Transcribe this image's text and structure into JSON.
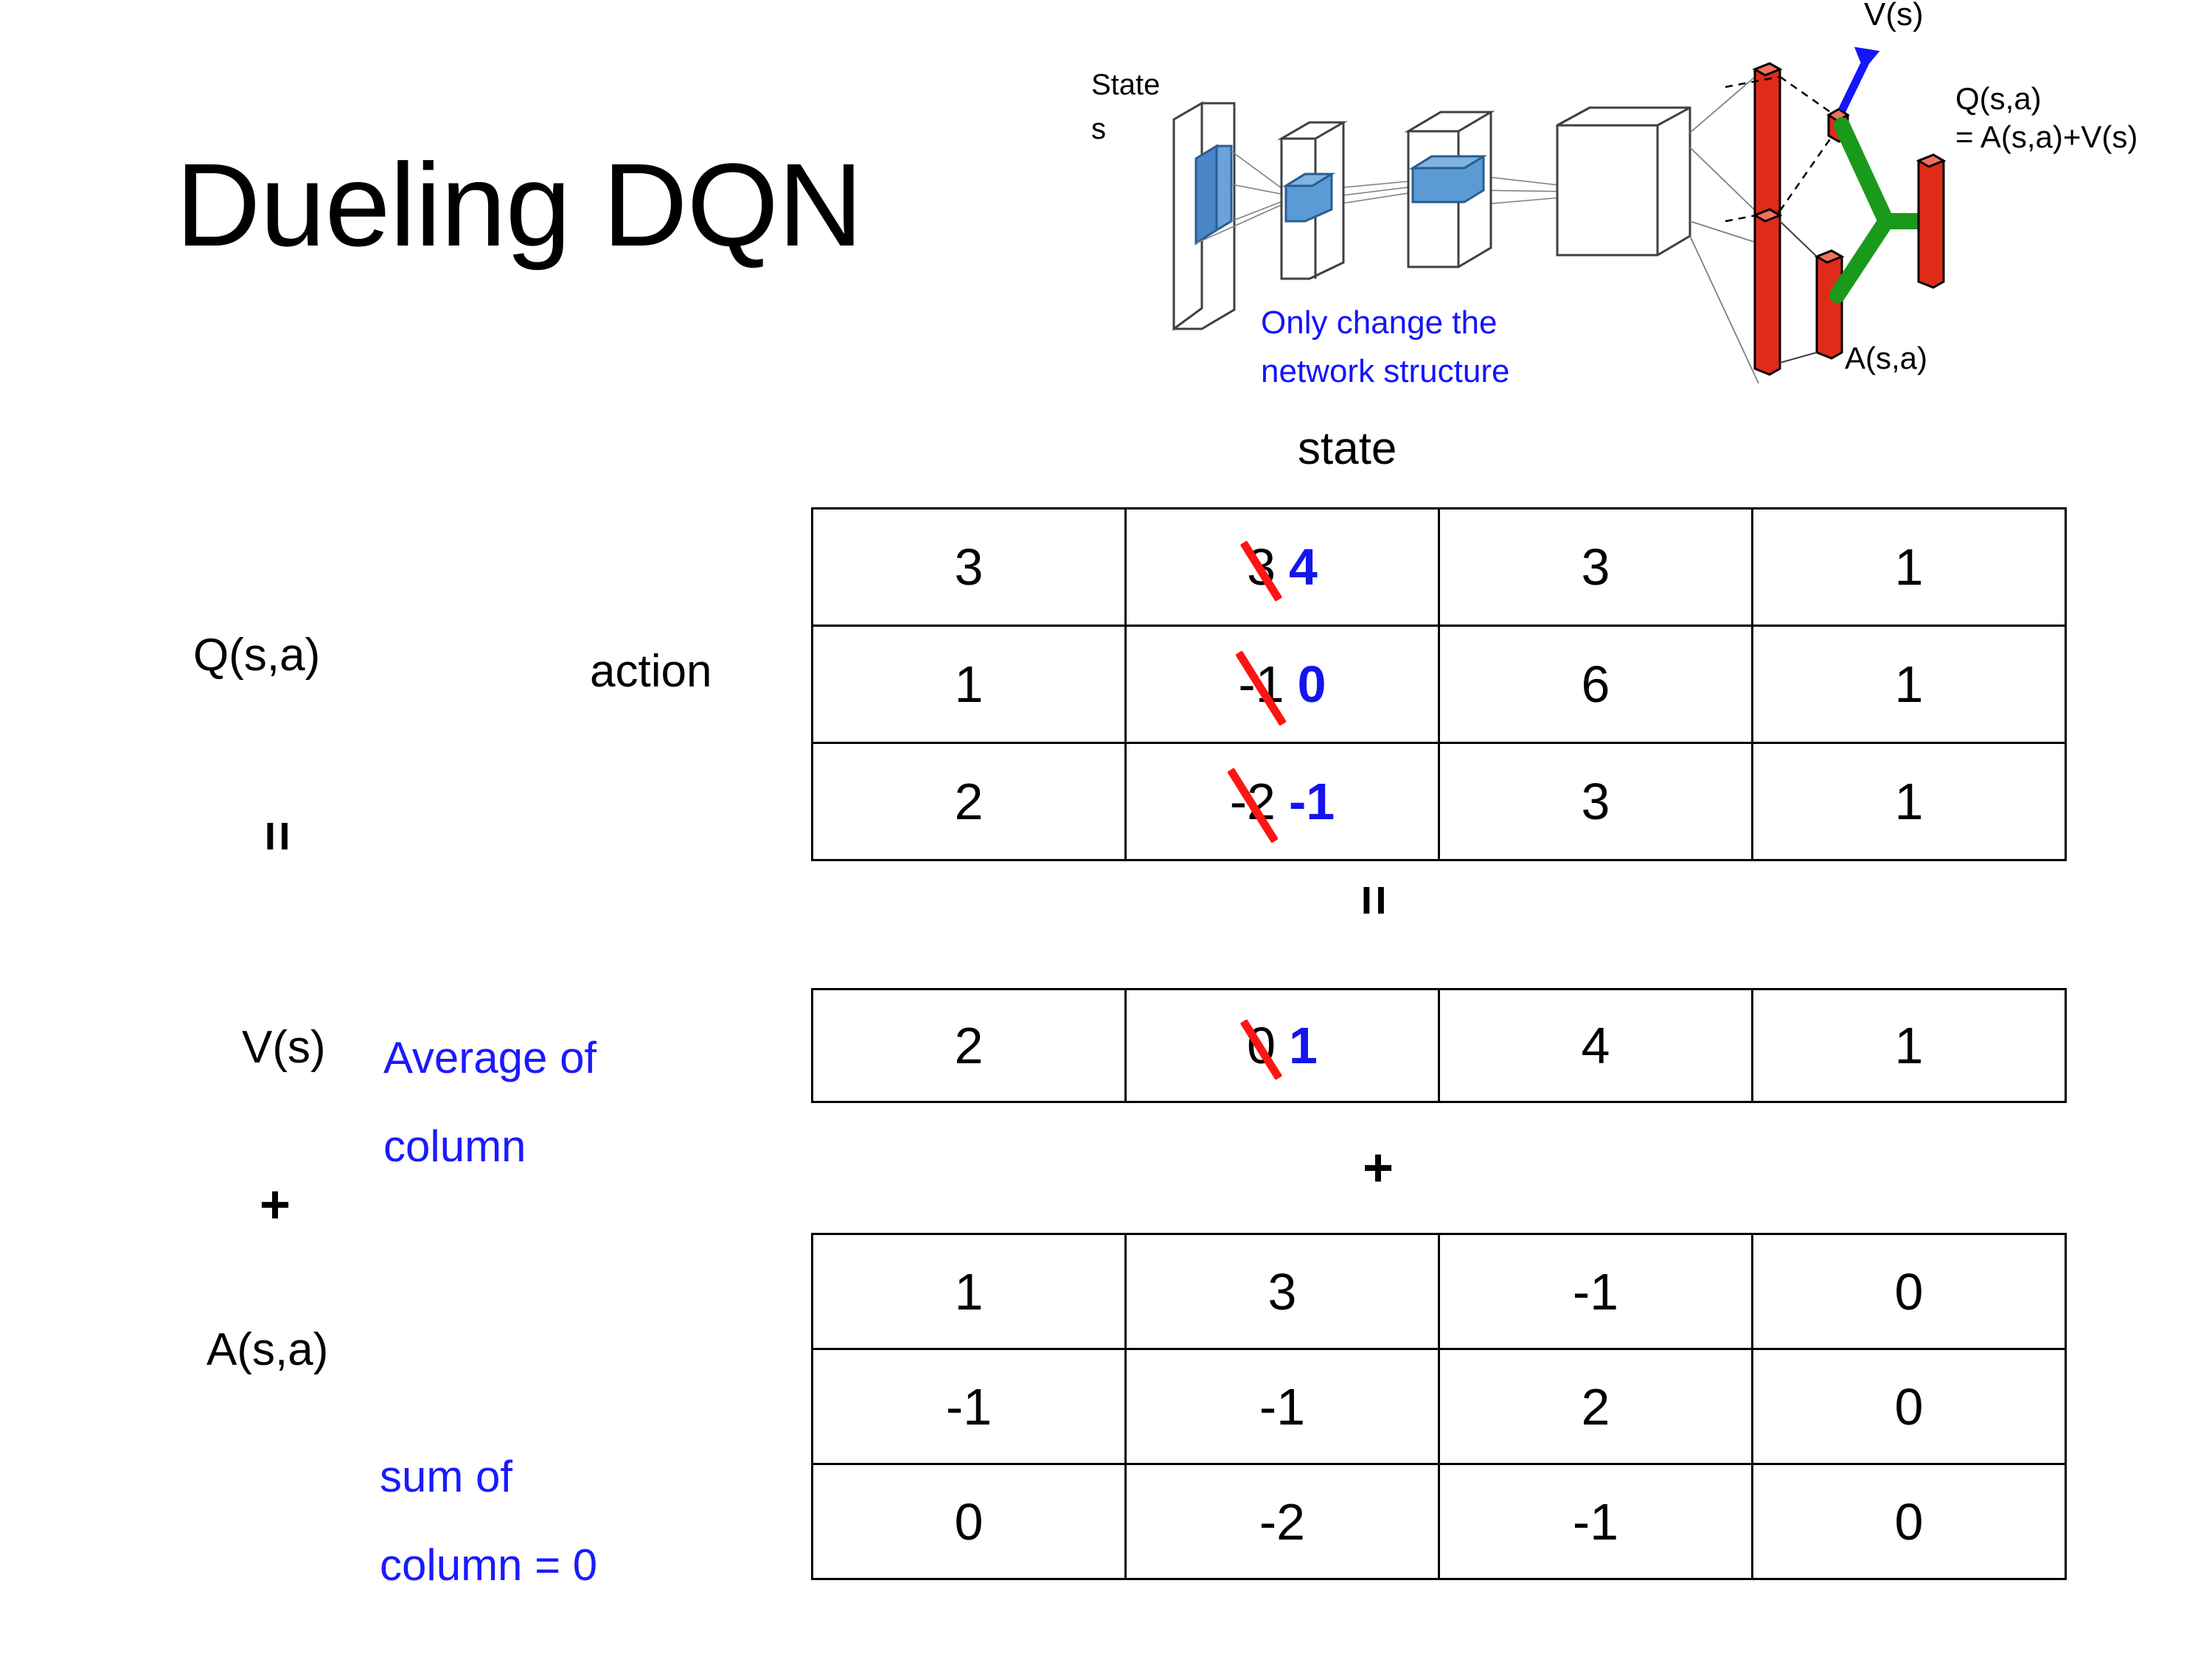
{
  "slide": {
    "title": "Dueling DQN",
    "background_color": "#ffffff"
  },
  "diagram": {
    "name": "dueling-network-architecture",
    "input_label_line1": "State",
    "input_label_line2": "s",
    "note_line1": "Only change the",
    "note_line2": "network structure",
    "note_color": "#1414ff",
    "value_stream_label": "V(s)",
    "advantage_stream_label": "A(s,a)",
    "output_label_line1": "Q(s,a)",
    "output_label_line2": "= A(s,a)+V(s)",
    "arrow_color": "#1414ff",
    "merge_color": "#1a9a1a",
    "layer_color": "#e02b1a",
    "feature_color": "#5b9bd5"
  },
  "labels": {
    "q_label": "Q(s,a)",
    "v_label": "V(s)",
    "a_label": "A(s,a)",
    "action_axis": "action",
    "state_axis": "state",
    "equals_sign": "=",
    "plus_sign": "+",
    "v_note_line1": "Average of",
    "v_note_line2": "column",
    "a_note_line1": "sum of",
    "a_note_line2": "column = 0",
    "note_color": "#1a1aff"
  },
  "chart_data": {
    "type": "table",
    "title": "Dueling DQN",
    "xlabel": "state",
    "ylabel": "action",
    "relation": "Q(s,a) = V(s) + A(s,a)",
    "tables": [
      {
        "name": "Q(s,a)",
        "columns": 4,
        "rows": 3,
        "values": [
          [
            "3",
            "3",
            "3",
            "1"
          ],
          [
            "1",
            "-1",
            "6",
            "1"
          ],
          [
            "2",
            "-2",
            "3",
            "1"
          ]
        ],
        "edits": [
          {
            "row": 0,
            "col": 1,
            "old": "3",
            "new": "4"
          },
          {
            "row": 1,
            "col": 1,
            "old": "-1",
            "new": "0"
          },
          {
            "row": 2,
            "col": 1,
            "old": "-2",
            "new": "-1"
          }
        ]
      },
      {
        "name": "V(s)",
        "columns": 4,
        "rows": 1,
        "values": [
          [
            "2",
            "0",
            "4",
            "1"
          ]
        ],
        "edits": [
          {
            "row": 0,
            "col": 1,
            "old": "0",
            "new": "1"
          }
        ]
      },
      {
        "name": "A(s,a)",
        "columns": 4,
        "rows": 3,
        "values": [
          [
            "1",
            "3",
            "-1",
            "0"
          ],
          [
            "-1",
            "-1",
            "2",
            "0"
          ],
          [
            "0",
            "-2",
            "-1",
            "0"
          ]
        ],
        "edits": []
      }
    ],
    "annotations": [
      "Average of column",
      "sum of column = 0",
      "Only change the network structure"
    ],
    "strike_color": "#ff1414",
    "new_value_color": "#1414ee"
  },
  "q": {
    "r0": {
      "c0": "3",
      "c1_old": "3",
      "c1_new": "4",
      "c2": "3",
      "c3": "1"
    },
    "r1": {
      "c0": "1",
      "c1_old": "-1",
      "c1_new": "0",
      "c2": "6",
      "c3": "1"
    },
    "r2": {
      "c0": "2",
      "c1_old": "-2",
      "c1_new": "-1",
      "c2": "3",
      "c3": "1"
    }
  },
  "v": {
    "r0": {
      "c0": "2",
      "c1_old": "0",
      "c1_new": "1",
      "c2": "4",
      "c3": "1"
    }
  },
  "a": {
    "r0": {
      "c0": "1",
      "c1": "3",
      "c2": "-1",
      "c3": "0"
    },
    "r1": {
      "c0": "-1",
      "c1": "-1",
      "c2": "2",
      "c3": "0"
    },
    "r2": {
      "c0": "0",
      "c1": "-2",
      "c2": "-1",
      "c3": "0"
    }
  }
}
